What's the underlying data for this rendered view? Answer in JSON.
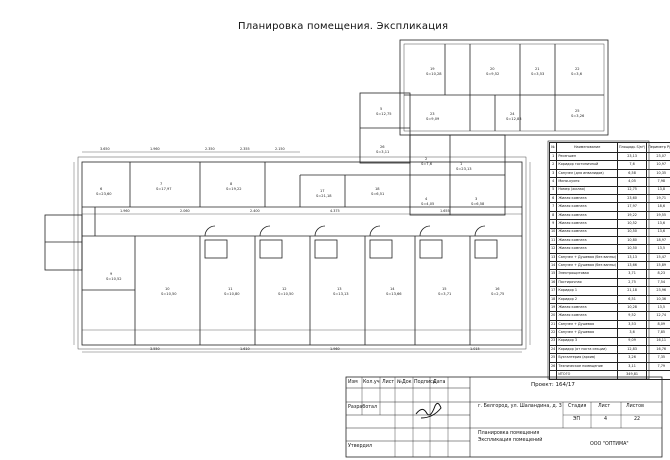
{
  "page": {
    "title": "Планировка помещения. Экспликация"
  },
  "explication": {
    "headers": [
      "№",
      "Наименование",
      "Площадь S(м²)",
      "Периметр P(м)"
    ],
    "rows": [
      [
        "1",
        "Ресепшен",
        "23,13",
        "23,07"
      ],
      [
        "2",
        "Коридор гостиничный",
        "7,6",
        "10,97"
      ],
      [
        "3",
        "Санузел (для инвалидов)",
        "6,58",
        "10,35"
      ],
      [
        "4",
        "Мини-кухня",
        "4,05",
        "7,98"
      ],
      [
        "5",
        "Номер (жилая)",
        "12,75",
        "13,8"
      ],
      [
        "6",
        "Жилая комната",
        "23,60",
        "19,71"
      ],
      [
        "7",
        "Жилая комната",
        "17,97",
        "18,6"
      ],
      [
        "8",
        "Жилая комната",
        "19,22",
        "19,55"
      ],
      [
        "9",
        "Жилая комната",
        "10,52",
        "13,6"
      ],
      [
        "10",
        "Жилая комната",
        "10,50",
        "13,6"
      ],
      [
        "11",
        "Жилая комната",
        "10,80",
        "18,97"
      ],
      [
        "12",
        "Жилая комната",
        "10,50",
        "13,5"
      ],
      [
        "13",
        "Санузел + Душевая (без ванны)",
        "13,13",
        "15,47"
      ],
      [
        "14",
        "Санузел + Душевая (без ванны)",
        "13,66",
        "15,89"
      ],
      [
        "15",
        "Электрощитовая",
        "3,71",
        "8,23"
      ],
      [
        "16",
        "Постирочная",
        "2,75",
        "7,54"
      ],
      [
        "17",
        "Коридор 1",
        "21,18",
        "23,96"
      ],
      [
        "18",
        "Коридор 2",
        "6,51",
        "10,36"
      ],
      [
        "19",
        "Жилая комната",
        "10,28",
        "13,5"
      ],
      [
        "20",
        "Жилая комната",
        "9,52",
        "12,74"
      ],
      [
        "21",
        "Санузел + Душевая",
        "3,53",
        "8,09"
      ],
      [
        "22",
        "Санузел + Душевая",
        "3,6",
        "7,85"
      ],
      [
        "23",
        "Коридор 3",
        "9,09",
        "16,11"
      ],
      [
        "24",
        "Коридор (от поста секции)",
        "12,83",
        "16,76"
      ],
      [
        "25",
        "Бухгалтерия (архив)",
        "3,26",
        "7,35"
      ],
      [
        "26",
        "Техническое помещение",
        "3,11",
        "7,79"
      ]
    ],
    "total_label": "ИТОГО",
    "total_area": "349,81"
  },
  "title_block": {
    "project": "Проект: 164/17",
    "header_cells": [
      "Изм",
      "Кол.уч",
      "Лист",
      "№Док",
      "Подпись",
      "Дата"
    ],
    "developed_label": "Разработал",
    "checked_label": "Утвердил",
    "address": "г. Белгород, ул. Шаландина, д. 3",
    "stage_label": "Стадия",
    "stage": "ЭП",
    "sheet_label": "Лист",
    "sheet": "4",
    "sheets_label": "Листов",
    "sheets": "22",
    "doc_title_1": "Планировка помещения",
    "doc_title_2": "Экспликация помещений",
    "company": "ООО \"ОПТИМА\""
  },
  "plan": {
    "rooms": [
      {
        "no": "1",
        "s": "S=23,13"
      },
      {
        "no": "2",
        "s": "S=7,6"
      },
      {
        "no": "3",
        "s": "S=6,58"
      },
      {
        "no": "4",
        "s": "S=4,05"
      },
      {
        "no": "5",
        "s": "S=12,75"
      },
      {
        "no": "6",
        "s": "S=23,60"
      },
      {
        "no": "7",
        "s": "S=17,97"
      },
      {
        "no": "8",
        "s": "S=19,22"
      },
      {
        "no": "9",
        "s": "S=10,52"
      },
      {
        "no": "10",
        "s": "S=10,50"
      },
      {
        "no": "11",
        "s": "S=10,80"
      },
      {
        "no": "12",
        "s": "S=10,50"
      },
      {
        "no": "13",
        "s": "S=13,13"
      },
      {
        "no": "14",
        "s": "S=13,66"
      },
      {
        "no": "15",
        "s": "S=3,71"
      },
      {
        "no": "16",
        "s": "S=2,75"
      },
      {
        "no": "17",
        "s": "S=21,18"
      },
      {
        "no": "18",
        "s": "S=6,51"
      },
      {
        "no": "19",
        "s": "S=10,28"
      },
      {
        "no": "20",
        "s": "S=9,52"
      },
      {
        "no": "21",
        "s": "S=3,53"
      },
      {
        "no": "22",
        "s": "S=3,6"
      },
      {
        "no": "23",
        "s": "S=9,09"
      },
      {
        "no": "24",
        "s": "S=12,83"
      },
      {
        "no": "25",
        "s": "S=3,26"
      },
      {
        "no": "26",
        "s": "S=3,11"
      }
    ],
    "dims": {
      "d1": "3.650",
      "d2": "1.960",
      "d3": "2.350",
      "d4": "2.355",
      "d5": "2.150",
      "d6": "1.960",
      "d7": "2.060",
      "d8": "2.400",
      "d9": "4.375",
      "d10": "1.655",
      "d11": "3.550",
      "d12": "1.610",
      "d13": "1.960",
      "d14": "1.015"
    }
  }
}
